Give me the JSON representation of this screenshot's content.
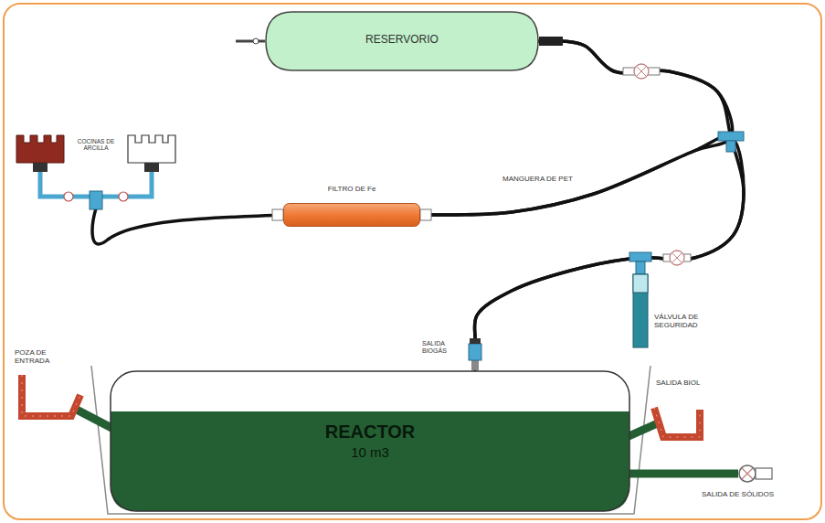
{
  "diagram": {
    "nodes": [
      {
        "text": [
          "RESERVORIO"
        ]
      },
      {
        "text": [
          "FILTRO DE Fe"
        ]
      },
      {
        "text": [
          "REACTOR",
          "10 m3"
        ]
      }
    ],
    "edges": [
      {
        "from": 2,
        "to": 0,
        "arrow": "none"
      },
      {
        "from": 2,
        "to": 1,
        "arrow": "none"
      },
      {
        "from": 0,
        "to": 1,
        "arrow": "none"
      }
    ],
    "labels": [
      "COCINAS DE ARCILLA",
      "MANGUERA DE PET",
      "VÁLVULA DE SEGURIDAD",
      "SALIDA BIOGÁS",
      "POZA DE ENTRADA",
      "SALIDA BIOL",
      "SALIDA DE SÓLIDOS"
    ]
  }
}
